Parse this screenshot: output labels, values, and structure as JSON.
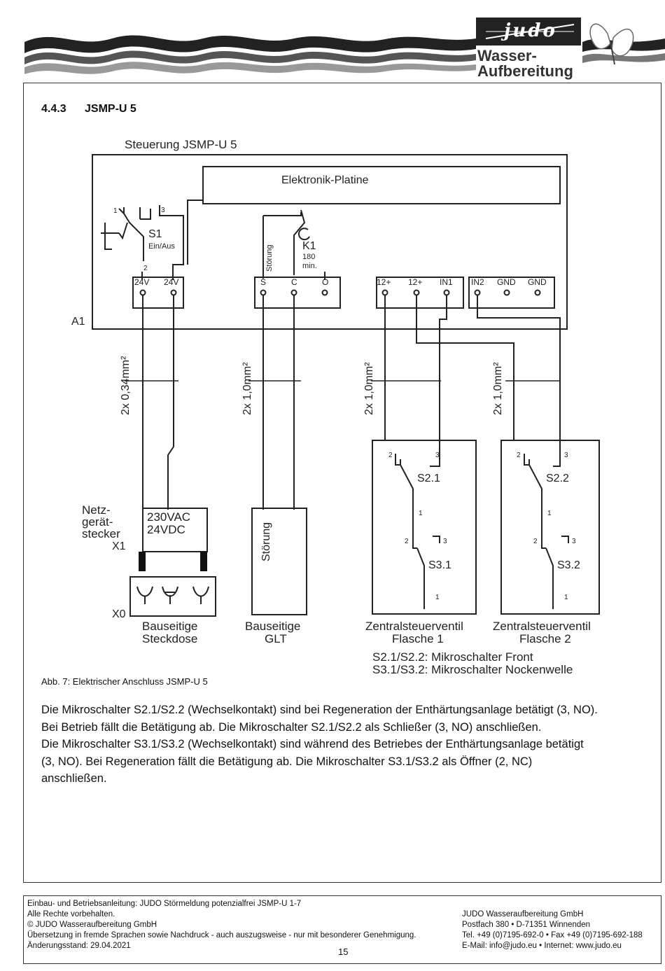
{
  "brand": {
    "logo_text": "judo",
    "line1": "Wasser-",
    "line2": "Aufbereitung"
  },
  "section": {
    "number": "4.4.3",
    "title": "JSMP-U 5"
  },
  "diagram": {
    "controller_title": "Steuerung JSMP-U 5",
    "board_label": "Elektronik-Platine",
    "a1_label": "A1",
    "s1_label": "S1",
    "s1_sub": "Ein/Aus",
    "k1_label": "K1",
    "k1_time": "180",
    "k1_unit": "min.",
    "stoerung_vertical": "Störung",
    "term_24v_1": "24V",
    "term_24v_2": "24V",
    "term_s": "S",
    "term_c": "C",
    "term_o": "O",
    "term_12a": "12+",
    "term_12b": "12+",
    "term_in1": "IN1",
    "term_in2": "IN2",
    "term_gnd1": "GND",
    "term_gnd2": "GND",
    "cable_1": "2x 0,34mm²",
    "cable_2": "2x 1,0mm²",
    "cable_3": "2x 1,0mm²",
    "cable_4": "2x 1,0mm²",
    "psu_line1": "230VAC",
    "psu_line2": "24VDC",
    "netz_1": "Netz-",
    "netz_2": "gerät-",
    "netz_3": "stecker",
    "x1_label": "X1",
    "x0_label": "X0",
    "socket_1": "Bauseitige",
    "socket_2": "Steckdose",
    "glt_box": "Störung",
    "glt_1": "Bauseitige",
    "glt_2": "GLT",
    "valve1_a": "Zentralsteuerventil",
    "valve1_b": "Flasche 1",
    "valve2_a": "Zentralsteuerventil",
    "valve2_b": "Flasche 2",
    "sw_s21": "S2.1",
    "sw_s31": "S3.1",
    "sw_s22": "S2.2",
    "sw_s32": "S3.2",
    "legend_1": "S2.1/S2.2: Mikroschalter Front",
    "legend_2": "S3.1/S3.2: Mikroschalter Nockenwelle",
    "pin_1": "1",
    "pin_2": "2",
    "pin_3": "3"
  },
  "caption": "Abb. 7: Elektrischer Anschluss JSMP-U 5",
  "body": [
    "Die Mikroschalter S2.1/S2.2 (Wechselkontakt) sind bei Regeneration der Enthärtungsanlage betätigt (3, NO).",
    "Bei Betrieb fällt die Betätigung ab. Die Mikroschalter S2.1/S2.2 als Schließer (3, NO) anschließen.",
    "Die Mikroschalter S3.1/S3.2 (Wechselkontakt) sind während des Betriebes der Enthärtungsanlage betätigt",
    "(3, NO). Bei Regeneration fällt die Betätigung ab. Die Mikroschalter S3.1/S3.2 als Öffner (2, NC)",
    "anschließen."
  ],
  "footer": {
    "left": [
      "Einbau- und Betriebsanleitung: JUDO Störmeldung potenzialfrei JSMP-U 1-7",
      "Alle Rechte vorbehalten.",
      "© JUDO Wasseraufbereitung GmbH",
      "Übersetzung in fremde Sprachen sowie Nachdruck - auch auszugsweise - nur mit besonderer Genehmigung.",
      "Änderungsstand: 29.04.2021"
    ],
    "right": [
      "JUDO Wasseraufbereitung GmbH",
      "Postfach 380 • D-71351 Winnenden",
      "Tel. +49 (0)7195-692-0 • Fax +49 (0)7195-692-188",
      "E-Mail: info@judo.eu • Internet: www.judo.eu"
    ],
    "page": "15"
  }
}
